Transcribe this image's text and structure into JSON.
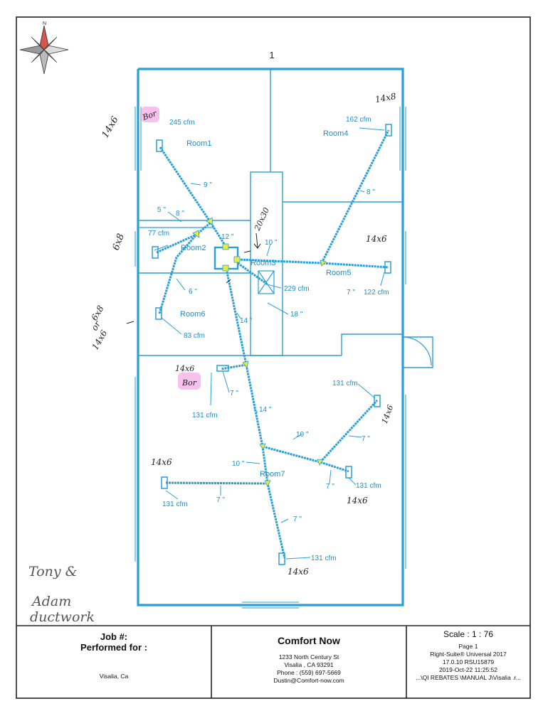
{
  "page_number": "1",
  "rooms": {
    "room1": "Room1",
    "room2": "Room2",
    "room3": "Room3",
    "room4": "Room4",
    "room5": "Room5",
    "room6": "Room6",
    "room7": "Room7"
  },
  "airflow": {
    "room1": "245 cfm",
    "room2": "77 cfm",
    "room3": "229 cfm",
    "room4": "162 cfm",
    "room5": "122 cfm",
    "room6": "83 cfm",
    "room7_nw": "131 cfm",
    "room7_ne": "131 cfm",
    "room7_e": "131 cfm",
    "room7_w": "131 cfm",
    "room7_s": "131 cfm"
  },
  "duct_sizes": {
    "room1_run": "9 \"",
    "room2_run_a": "5 \"",
    "room2_run_b": "8 \"",
    "plenum_12": "12 \"",
    "room6_run": "6 \"",
    "trunk_14_upper": "14 \"",
    "room3_run": "18 \"",
    "room4_run": "8 \"",
    "room5_run_a": "10 \"",
    "room5_run_b": "7 \"",
    "room7_nw_run": "7 \"",
    "trunk_14_lower": "14 \"",
    "branch_10_right": "10 \"",
    "room7_ne_run": "7 \"",
    "room7_e_run": "7 \"",
    "branch_10_left": "10 \"",
    "room7_w_run": "7 \"",
    "room7_s_run": "7 \""
  },
  "handwritten": {
    "room1_register": "14x6",
    "room1_tag": "Bor",
    "room4_register": "14x8",
    "room2_register": "6x8",
    "plenum_note": "20x30",
    "room5_register": "14x6",
    "room6_register_a": "6x8",
    "room6_register_or": "or",
    "room6_register_b": "14x6",
    "room7_nw_register": "14x6",
    "room7_nw_tag": "Bor",
    "room7_ne_register": "14x6",
    "room7_e_register": "14x6",
    "room7_w_register": "14x6",
    "room7_s_register": "14x6",
    "signature_1": "Tony &",
    "signature_2": "Adam",
    "signature_3": "ductwork"
  },
  "title_block": {
    "job_label": "Job #:",
    "performed_label": "Performed for :",
    "location": "Visalia, Ca",
    "company": "Comfort Now",
    "address": "1233 North Century St",
    "city": "Visalia , CA 93291",
    "phone": "Phone : (559) 697-5669",
    "email": "Dustin@Comfort-now.com",
    "scale": "Scale : 1 : 76",
    "page": "Page 1",
    "software": "Right-Suite® Universal 2017",
    "version": "17.0.10 RSU15879",
    "datetime": "2019-Oct-22 11:25:52",
    "filepath": "...\\QI REBATES \\MANUAL J\\Visalia .r..."
  },
  "colors": {
    "wall": "#2a9fd6",
    "duct": "#2a9fd6",
    "text": "#1f8fc8",
    "fitting": "#e9ea3e",
    "highlight": "#f2a6e4",
    "compass_red": "#d9534f",
    "frame": "#222222"
  }
}
